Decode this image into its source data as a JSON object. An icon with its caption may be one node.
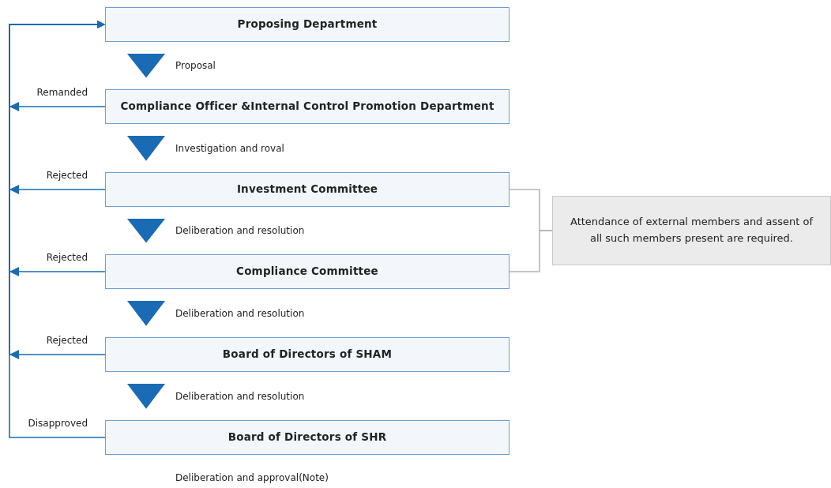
{
  "diagram": {
    "nodes": [
      {
        "text": [
          "Proposing Department"
        ]
      },
      {
        "text": [
          "Compliance Officer &Internal Control Promotion Department"
        ]
      },
      {
        "text": [
          "Investment Committee"
        ]
      },
      {
        "text": [
          "Compliance Committee"
        ]
      },
      {
        "text": [
          "Board of Directors of SHAM"
        ]
      },
      {
        "text": [
          "Board of Directors of SHR"
        ],
        "beside": [
          "Deliberation and approval(Note)"
        ]
      },
      {
        "text": [
          "Attendance of external members and assent of all such members present are required."
        ]
      }
    ],
    "edges": [
      {
        "from": 0,
        "to": 1,
        "arrow": "to",
        "label": "Proposal"
      },
      {
        "from": 1,
        "to": 2,
        "arrow": "to",
        "label": "Investigation and roval"
      },
      {
        "from": 2,
        "to": 3,
        "arrow": "to",
        "label": "Deliberation and resolution"
      },
      {
        "from": 3,
        "to": 4,
        "arrow": "to",
        "label": "Deliberation and resolution"
      },
      {
        "from": 4,
        "to": 5,
        "arrow": "to",
        "label": "Deliberation and resolution"
      },
      {
        "from": 1,
        "to": 0,
        "arrow": "to",
        "label": "Remanded"
      },
      {
        "from": 2,
        "to": 0,
        "arrow": "to",
        "label": "Rejected"
      },
      {
        "from": 3,
        "to": 0,
        "arrow": "to",
        "label": "Rejected"
      },
      {
        "from": 4,
        "to": 0,
        "arrow": "to",
        "label": "Rejected"
      },
      {
        "from": 5,
        "to": 0,
        "arrow": "to",
        "label": "Disapproved"
      },
      {
        "from": 2,
        "to": 6,
        "arrow": "none",
        "color": "#b4b4b4"
      },
      {
        "from": 3,
        "to": 6,
        "arrow": "none",
        "color": "#b4b4b4"
      }
    ]
  }
}
